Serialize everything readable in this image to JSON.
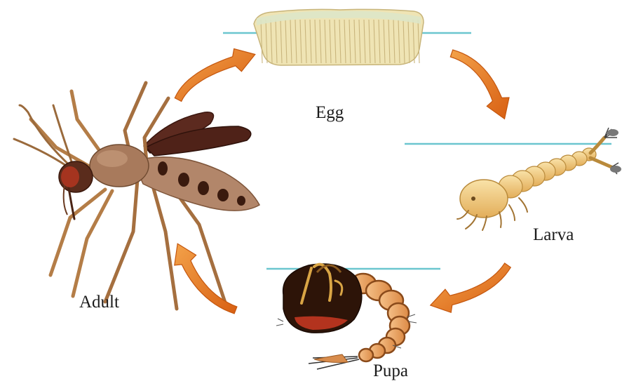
{
  "diagram": {
    "type": "life-cycle",
    "stages": [
      {
        "id": "egg",
        "label": "Egg"
      },
      {
        "id": "larva",
        "label": "Larva"
      },
      {
        "id": "pupa",
        "label": "Pupa"
      },
      {
        "id": "adult",
        "label": "Adult"
      }
    ],
    "arrows": [
      {
        "from": "egg",
        "to": "larva"
      },
      {
        "from": "larva",
        "to": "pupa"
      },
      {
        "from": "pupa",
        "to": "adult"
      },
      {
        "from": "adult",
        "to": "egg"
      }
    ]
  },
  "colors": {
    "arrow": "#e9791f",
    "water_line": "#6bc6cf",
    "egg": "#efe4b4",
    "larva": "#f0c97c",
    "pupa_head": "#2d1408",
    "pupa_body": "#e9a462",
    "mosquito_body": "#a87a5c",
    "mosquito_wing": "#5c2a1f"
  }
}
